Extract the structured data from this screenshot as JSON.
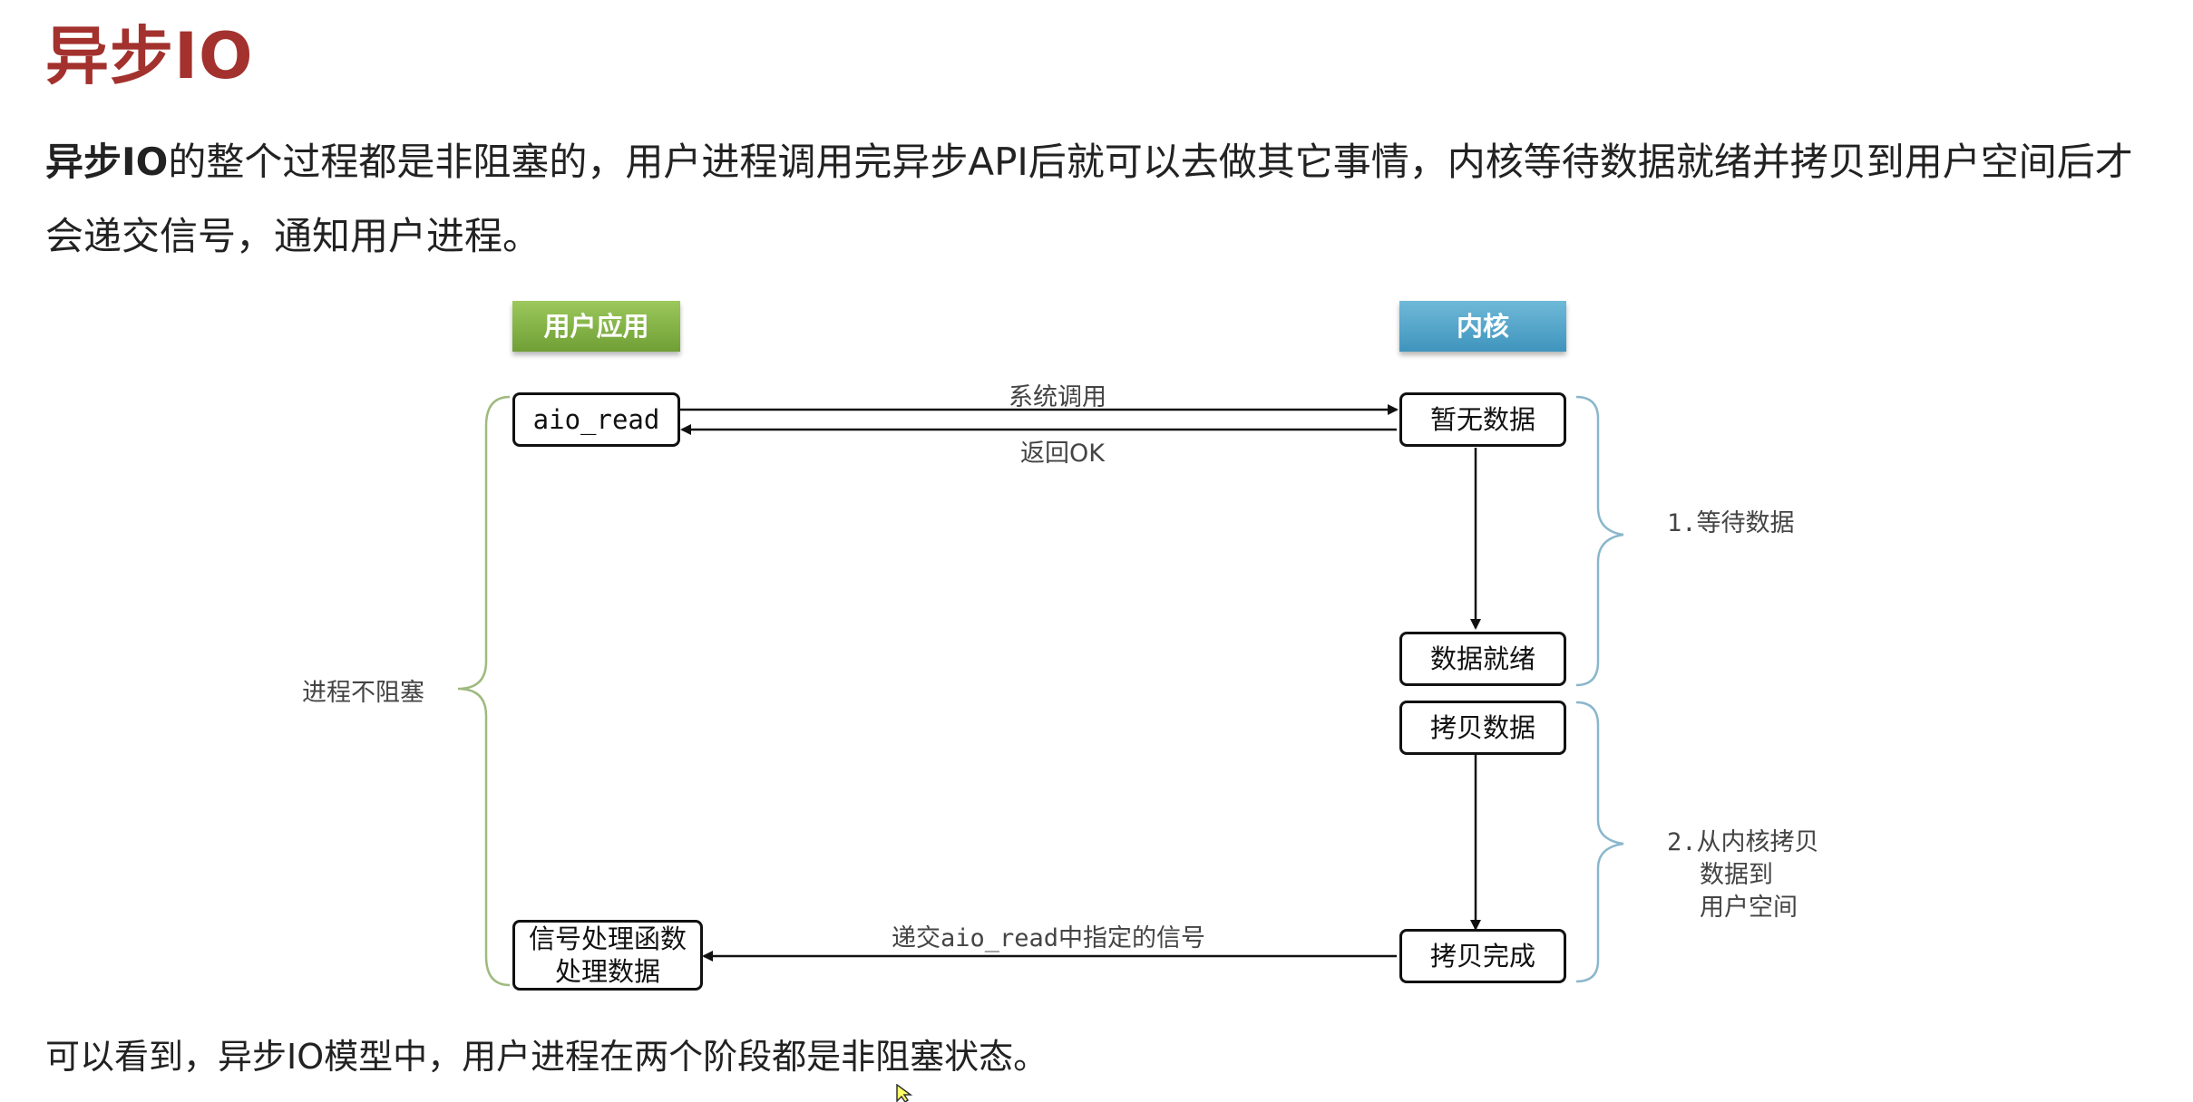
{
  "title": "异步IO",
  "intro": {
    "bold": "异步IO",
    "text": "的整个过程都是非阻塞的，用户进程调用完异步API后就可以去做其它事情，内核等待数据就绪并拷贝到用户空间后才会递交信号，通知用户进程。"
  },
  "diagram": {
    "headers": {
      "app": "用户应用",
      "kernel": "内核"
    },
    "boxes": {
      "aio_read": "aio_read",
      "no_data": "暂无数据",
      "data_ready": "数据就绪",
      "copy_data": "拷贝数据",
      "copy_done": "拷贝完成",
      "signal_handler_line1": "信号处理函数",
      "signal_handler_line2": "处理数据"
    },
    "arrows": {
      "syscall": "系统调用",
      "return_ok": "返回OK",
      "deliver_signal": "递交aio_read中指定的信号"
    },
    "left_brace": "进程不阻塞",
    "stages": {
      "stage1_num": "1.",
      "stage1": "等待数据",
      "stage2_num": "2.",
      "stage2_line1": "从内核拷贝",
      "stage2_line2": "数据到",
      "stage2_line3": "用户空间"
    },
    "colors": {
      "app": "#7aab3f",
      "kernel": "#4ea3c9",
      "brace_left": "#9fba7f",
      "brace_right": "#8ab7cc"
    }
  },
  "conclusion": "可以看到，异步IO模型中，用户进程在两个阶段都是非阻塞状态。"
}
